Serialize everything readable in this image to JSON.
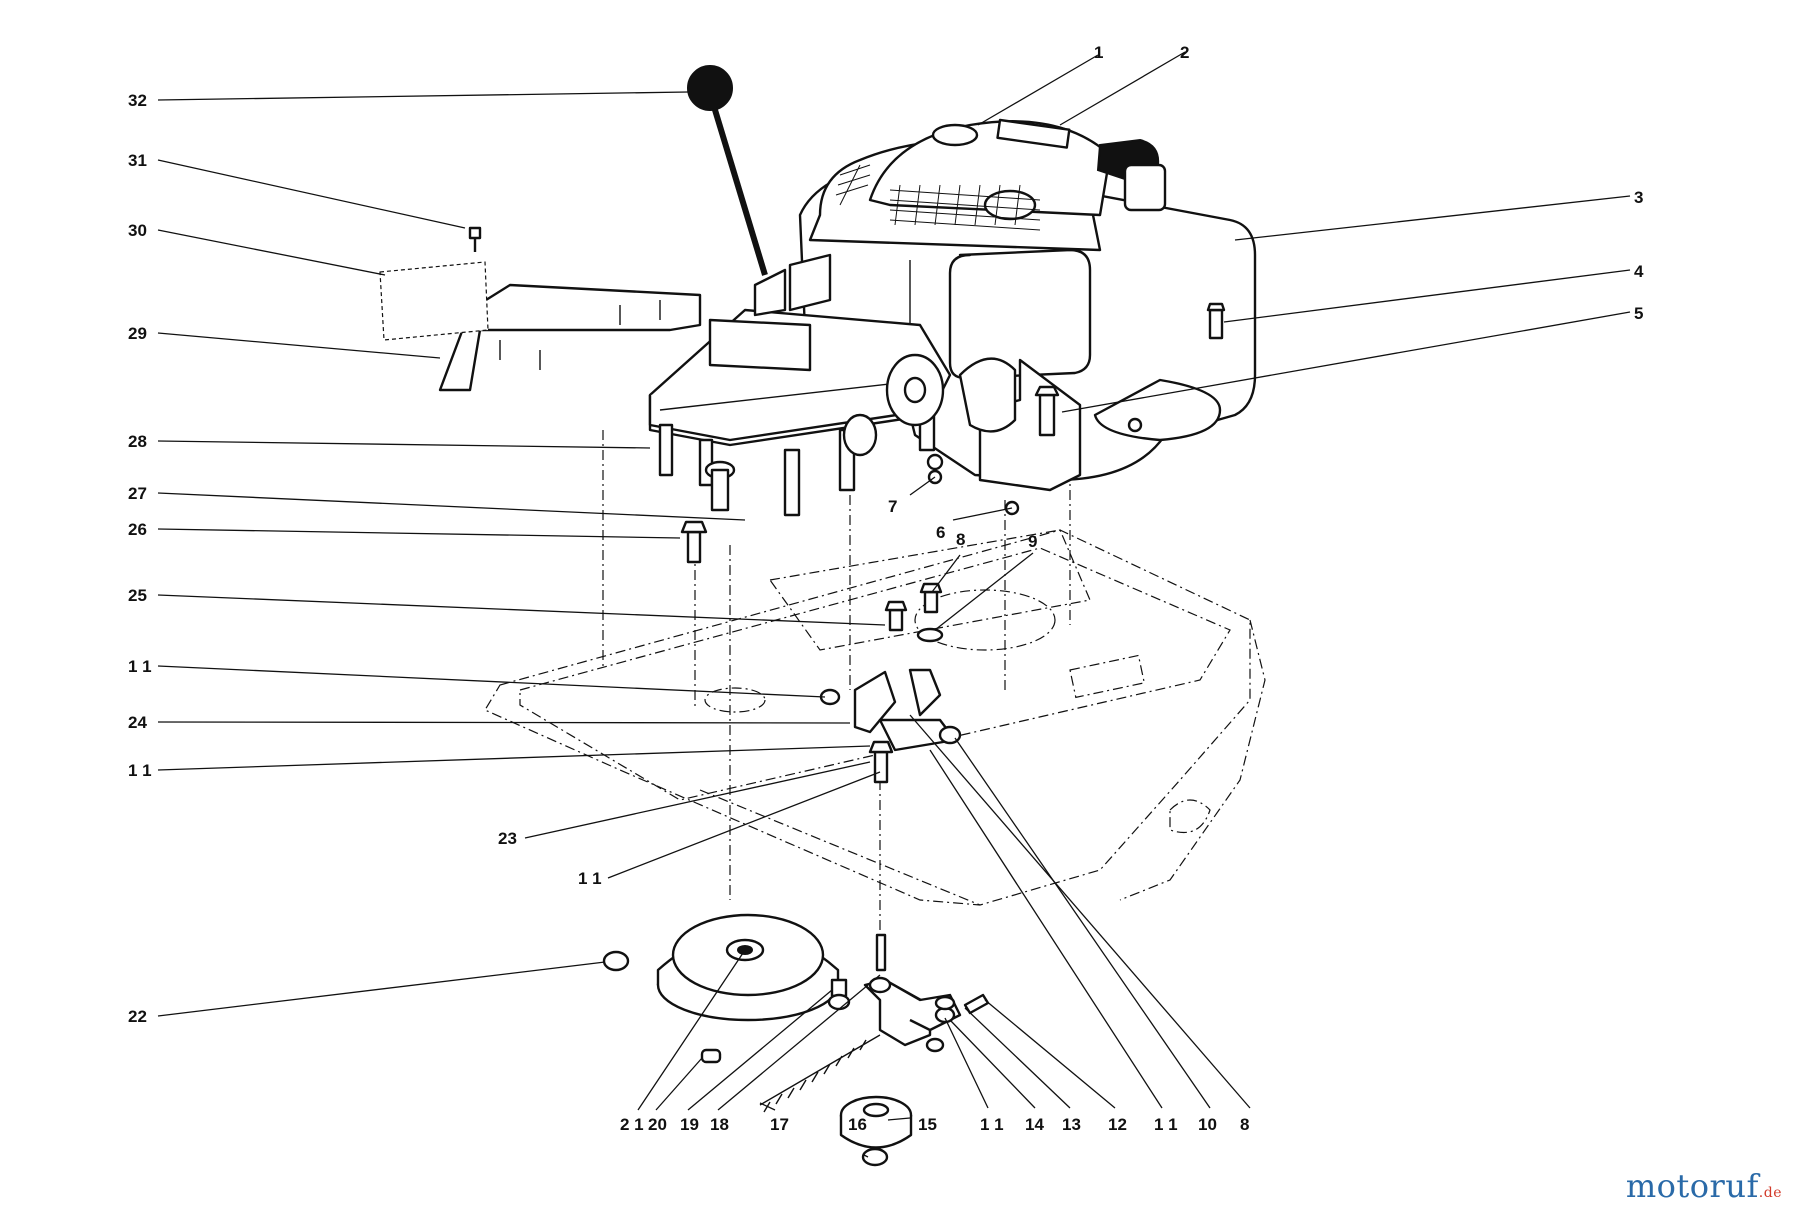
{
  "callouts": [
    {
      "id": "c32",
      "label": "32"
    },
    {
      "id": "c31",
      "label": "31"
    },
    {
      "id": "c30",
      "label": "30"
    },
    {
      "id": "c29",
      "label": "29"
    },
    {
      "id": "c28",
      "label": "28"
    },
    {
      "id": "c27",
      "label": "27"
    },
    {
      "id": "c26",
      "label": "26"
    },
    {
      "id": "c25",
      "label": "25"
    },
    {
      "id": "c11a",
      "label": "1 1"
    },
    {
      "id": "c24",
      "label": "24"
    },
    {
      "id": "c11b",
      "label": "1 1"
    },
    {
      "id": "c23",
      "label": "23"
    },
    {
      "id": "c11c",
      "label": "1 1"
    },
    {
      "id": "c22",
      "label": "22"
    },
    {
      "id": "c1",
      "label": "1"
    },
    {
      "id": "c2",
      "label": "2"
    },
    {
      "id": "c3",
      "label": "3"
    },
    {
      "id": "c4",
      "label": "4"
    },
    {
      "id": "c5",
      "label": "5"
    },
    {
      "id": "c7",
      "label": "7"
    },
    {
      "id": "c6",
      "label": "6"
    },
    {
      "id": "c8a",
      "label": "8"
    },
    {
      "id": "c9",
      "label": "9"
    },
    {
      "id": "c21",
      "label": "2 1"
    },
    {
      "id": "c20",
      "label": "20"
    },
    {
      "id": "c19",
      "label": "19"
    },
    {
      "id": "c18",
      "label": "18"
    },
    {
      "id": "c17",
      "label": "17"
    },
    {
      "id": "c16",
      "label": "16"
    },
    {
      "id": "c15",
      "label": "15"
    },
    {
      "id": "c11d",
      "label": "1 1"
    },
    {
      "id": "c14",
      "label": "14"
    },
    {
      "id": "c13",
      "label": "13"
    },
    {
      "id": "c12",
      "label": "12"
    },
    {
      "id": "c11e",
      "label": "1 1"
    },
    {
      "id": "c10",
      "label": "10"
    },
    {
      "id": "c8b",
      "label": "8"
    }
  ],
  "watermark": {
    "brand": "motoruf",
    "suffix": ".de",
    "color": "#2a6aa8",
    "suffix_color": "#d23a2a"
  }
}
